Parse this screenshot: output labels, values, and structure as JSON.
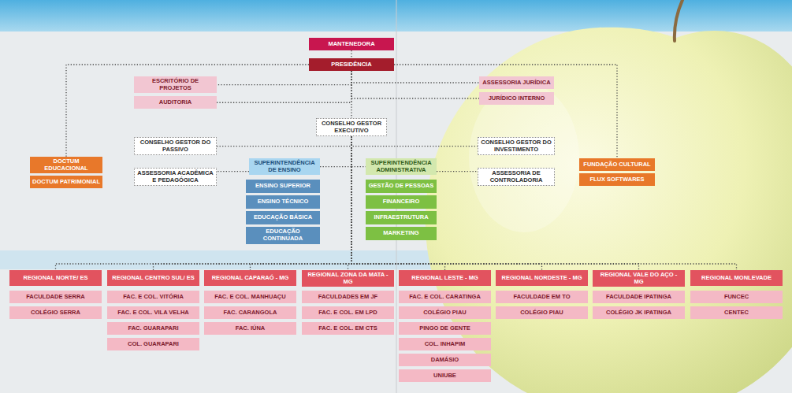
{
  "diagram": {
    "nodes": [
      {
        "text": [
          "MANTENEDORA"
        ]
      },
      {
        "text": [
          "PRESIDÊNCIA"
        ]
      },
      {
        "text": [
          "ESCRITÓRIO DE PROJETOS"
        ]
      },
      {
        "text": [
          "AUDITORIA"
        ]
      },
      {
        "text": [
          "ASSESSORIA JURÍDICA"
        ]
      },
      {
        "text": [
          "JURÍDICO INTERNO"
        ]
      },
      {
        "text": [
          "CONSELHO GESTOR EXECUTIVO"
        ]
      },
      {
        "text": [
          "CONSELHO GESTOR DO PASSIVO"
        ]
      },
      {
        "text": [
          "CONSELHO GESTOR DO INVESTIMENTO"
        ]
      },
      {
        "text": [
          "DOCTUM EDUCACIONAL"
        ]
      },
      {
        "text": [
          "DOCTUM PATRIMONIAL"
        ]
      },
      {
        "text": [
          "ASSESSORIA ACADÊMICA E PEDAGÓGICA"
        ]
      },
      {
        "text": [
          "SUPERINTENDÊNCIA DE ENSINO"
        ]
      },
      {
        "text": [
          "SUPERINTENDÊNCIA ADMINISTRATIVA"
        ]
      },
      {
        "text": [
          "ASSESSORIA DE CONTROLADORIA"
        ]
      },
      {
        "text": [
          "FUNDAÇÃO CULTURAL"
        ]
      },
      {
        "text": [
          "FLUX SOFTWARES"
        ]
      },
      {
        "text": [
          "ENSINO SUPERIOR"
        ]
      },
      {
        "text": [
          "ENSINO TÉCNICO"
        ]
      },
      {
        "text": [
          "EDUCAÇÃO BÁSICA"
        ]
      },
      {
        "text": [
          "EDUCAÇÃO CONTINUADA"
        ]
      },
      {
        "text": [
          "GESTÃO DE PESSOAS"
        ]
      },
      {
        "text": [
          "FINANCEIRO"
        ]
      },
      {
        "text": [
          "INFRAESTRUTURA"
        ]
      },
      {
        "text": [
          "MARKETING"
        ]
      },
      {
        "text": [
          "REGIONAL NORTE/ ES"
        ]
      },
      {
        "text": [
          "FACULDADE SERRA"
        ]
      },
      {
        "text": [
          "COLÉGIO SERRA"
        ]
      },
      {
        "text": [
          "REGIONAL CENTRO SUL/ ES"
        ]
      },
      {
        "text": [
          "FAC. E COL. VITÓRIA"
        ]
      },
      {
        "text": [
          "FAC. E COL. VILA VELHA"
        ]
      },
      {
        "text": [
          "FAC. GUARAPARI"
        ]
      },
      {
        "text": [
          "COL. GUARAPARI"
        ]
      },
      {
        "text": [
          "REGIONAL CAPARAÓ - MG"
        ]
      },
      {
        "text": [
          "FAC. E COL. MANHUAÇU"
        ]
      },
      {
        "text": [
          "FAC. CARANGOLA"
        ]
      },
      {
        "text": [
          "FAC. IÚNA"
        ]
      },
      {
        "text": [
          "REGIONAL ZONA DA MATA - MG"
        ]
      },
      {
        "text": [
          "FACULDADES EM JF"
        ]
      },
      {
        "text": [
          "FAC. E COL. EM LPD"
        ]
      },
      {
        "text": [
          "FAC. E COL. EM CTS"
        ]
      },
      {
        "text": [
          "REGIONAL LESTE - MG"
        ]
      },
      {
        "text": [
          "FAC. E COL. CARATINGA"
        ]
      },
      {
        "text": [
          "COLÉGIO PIAU"
        ]
      },
      {
        "text": [
          "PINGO DE GENTE"
        ]
      },
      {
        "text": [
          "COL. INHAPIM"
        ]
      },
      {
        "text": [
          "DAMÁSIO"
        ]
      },
      {
        "text": [
          "UNIUBE"
        ]
      },
      {
        "text": [
          "REGIONAL NORDESTE - MG"
        ]
      },
      {
        "text": [
          "FACULDADE EM TO"
        ]
      },
      {
        "text": [
          "COLÉGIO PIAU"
        ]
      },
      {
        "text": [
          "REGIONAL VALE DO AÇO - MG"
        ]
      },
      {
        "text": [
          "FACULDADE IPATINGA"
        ]
      },
      {
        "text": [
          "COLÉGIO JK IPATINGA"
        ]
      },
      {
        "text": [
          "REGIONAL MONLEVADE"
        ]
      },
      {
        "text": [
          "FUNCEC"
        ]
      },
      {
        "text": [
          "CENTEC"
        ]
      }
    ],
    "edges": [
      {
        "from": 0,
        "to": 1,
        "arrow": "none"
      },
      {
        "from": 1,
        "to": 9,
        "arrow": "none"
      },
      {
        "from": 1,
        "to": 15,
        "arrow": "none"
      },
      {
        "from": 1,
        "to": 2,
        "arrow": "none"
      },
      {
        "from": 1,
        "to": 3,
        "arrow": "none"
      },
      {
        "from": 1,
        "to": 4,
        "arrow": "none"
      },
      {
        "from": 1,
        "to": 5,
        "arrow": "none"
      },
      {
        "from": 1,
        "to": 6,
        "arrow": "none"
      },
      {
        "from": 6,
        "to": 7,
        "arrow": "none"
      },
      {
        "from": 6,
        "to": 8,
        "arrow": "none"
      },
      {
        "from": 6,
        "to": 12,
        "arrow": "none"
      },
      {
        "from": 6,
        "to": 13,
        "arrow": "none"
      },
      {
        "from": 12,
        "to": 11,
        "arrow": "none"
      },
      {
        "from": 13,
        "to": 14,
        "arrow": "none"
      },
      {
        "from": 6,
        "to": 25,
        "arrow": "none"
      },
      {
        "from": 6,
        "to": 28,
        "arrow": "none"
      },
      {
        "from": 6,
        "to": 33,
        "arrow": "none"
      },
      {
        "from": 6,
        "to": 37,
        "arrow": "none"
      },
      {
        "from": 6,
        "to": 41,
        "arrow": "none"
      },
      {
        "from": 6,
        "to": 48,
        "arrow": "none"
      },
      {
        "from": 6,
        "to": 51,
        "arrow": "none"
      },
      {
        "from": 6,
        "to": 54,
        "arrow": "none"
      }
    ]
  }
}
